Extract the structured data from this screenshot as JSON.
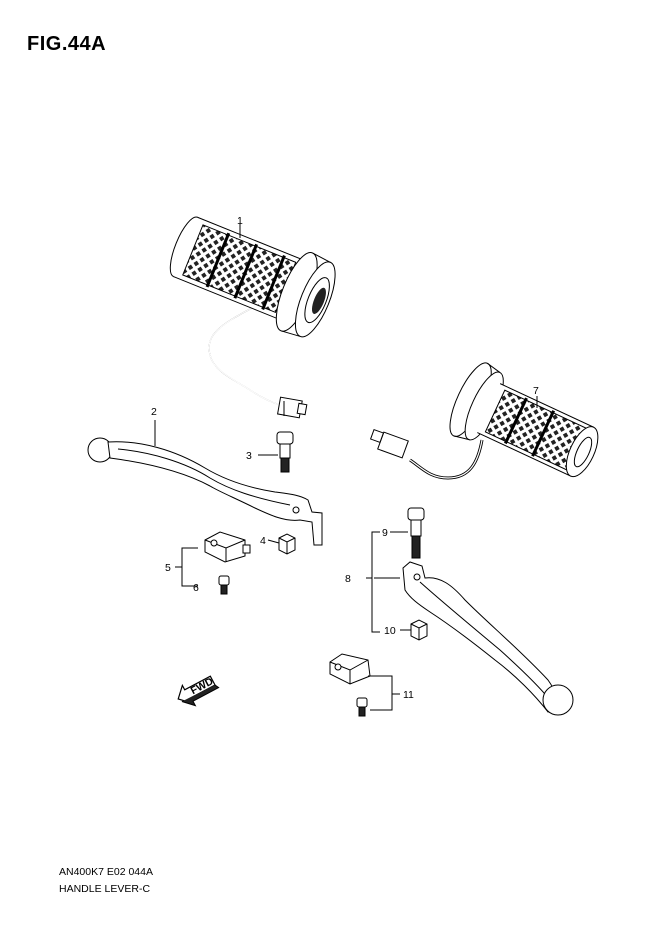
{
  "figure": {
    "title": "FIG.44A",
    "code": "AN400K7 E02  044A",
    "name": "HANDLE LEVER-C"
  },
  "callouts": [
    "1",
    "2",
    "3",
    "4",
    "5",
    "6",
    "7",
    "8",
    "9",
    "10",
    "11"
  ],
  "fwd_label": "FWD"
}
